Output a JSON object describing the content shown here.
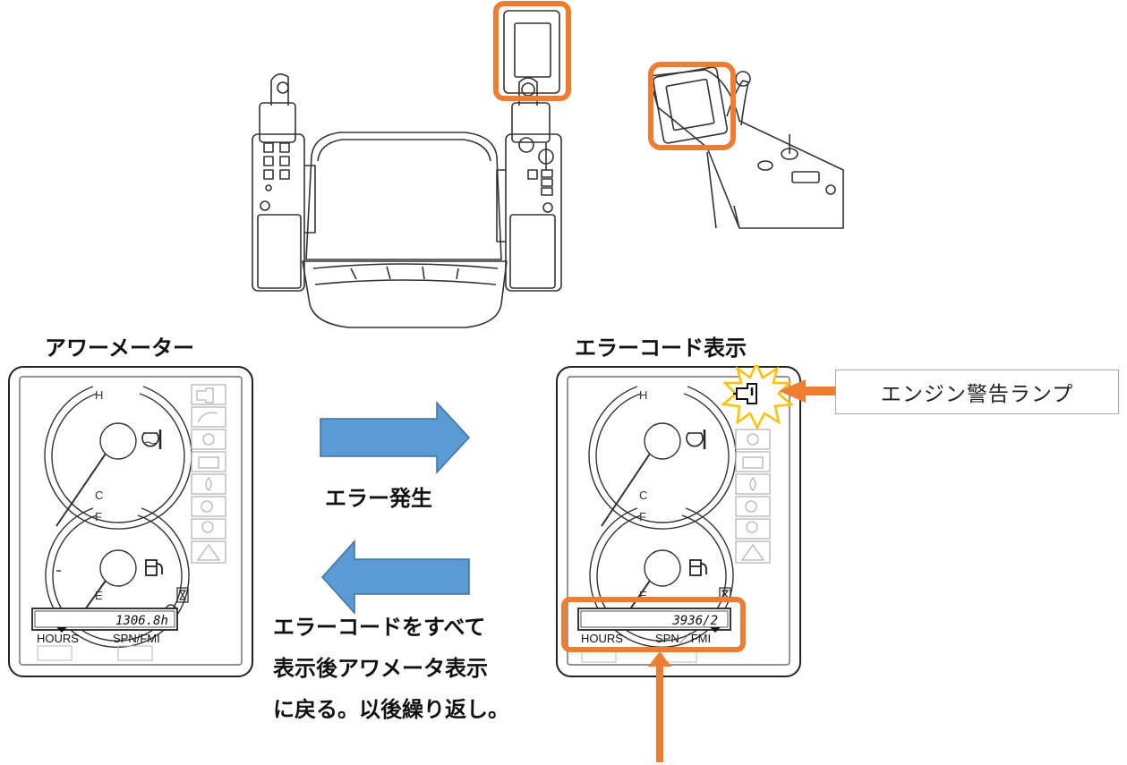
{
  "titles": {
    "hour_meter": "アワーメーター",
    "error_code_display": "エラーコード表示"
  },
  "arrows": {
    "forward_label": "エラー発生",
    "back_label_lines": [
      "エラーコードをすべて",
      "表示後アワメータ表示",
      "に戻る。以後繰り返し。"
    ]
  },
  "callout": {
    "engine_warning_lamp": "エンジン警告ランプ"
  },
  "left_panel": {
    "gauge_top_high": "H",
    "gauge_top_low": "C",
    "gauge_bottom_high": "F",
    "gauge_bottom_low": "E",
    "lcd_value": "1306.8h",
    "label_hours": "HOURS",
    "label_spn": "SPN/FMI"
  },
  "right_panel": {
    "gauge_top_high": "H",
    "gauge_top_low": "C",
    "gauge_bottom_high": "F",
    "gauge_bottom_low": "E",
    "lcd_value": "3936/2",
    "label_hours": "HOURS",
    "label_spn": "SPN／FMI"
  },
  "colors": {
    "highlight_orange": "#ed7d31",
    "arrow_blue": "#5b9bd5",
    "arrow_blue_border": "#41719c",
    "warning_star": "#ffc000"
  },
  "icons": [
    "engine-warning-icon",
    "coolant-temp-icon",
    "fuel-icon",
    "battery-icon",
    "oil-pressure-icon",
    "glow-plug-icon",
    "warning-triangle-icon",
    "hourglass-icon"
  ]
}
